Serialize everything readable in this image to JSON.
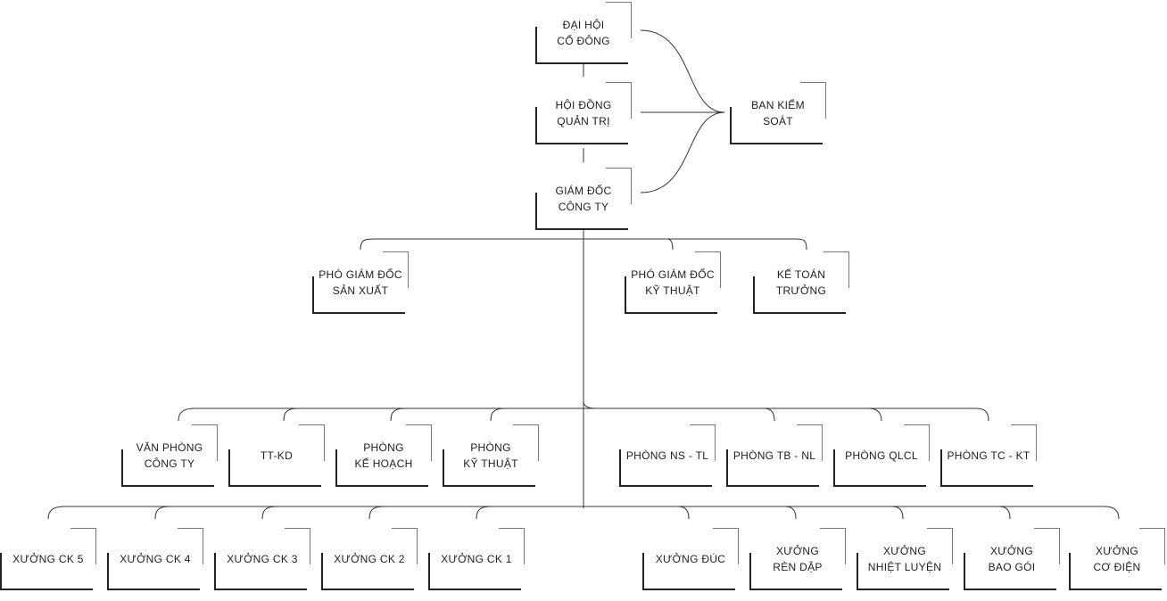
{
  "nodes": {
    "dai_hoi": "ĐẠI HỘI\nCỔ ĐÔNG",
    "hoi_dong": "HỘI ĐỒNG\nQUẢN TRỊ",
    "giam_doc": "GIÁM ĐỐC\nCÔNG TY",
    "ban_kiem_soat": "BAN KIỂM SOÁT",
    "pgd_san_xuat": "PHÓ GIÁM ĐỐC\nSẢN XUẤT",
    "pgd_ky_thuat": "PHÓ GIÁM ĐỐC\nKỸ THUẬT",
    "ke_toan_truong": "KẾ TOÁN\nTRƯỞNG",
    "van_phong": "VĂN PHÒNG\nCÔNG TY",
    "tt_kd": "TT-KD",
    "phong_ke_hoach": "PHÒNG\nKẾ HOẠCH",
    "phong_ky_thuat": "PHÒNG\nKỸ THUẬT",
    "phong_ns_tl": "PHÒNG NS - TL",
    "phong_tb_nl": "PHÒNG TB - NL",
    "phong_qlcl": "PHÒNG QLCL",
    "phong_tc_kt": "PHÒNG TC - KT",
    "xuong_ck5": "XƯỞNG CK 5",
    "xuong_ck4": "XƯỞNG CK 4",
    "xuong_ck3": "XƯỞNG CK 3",
    "xuong_ck2": "XƯỞNG CK 2",
    "xuong_ck1": "XƯỞNG CK 1",
    "xuong_duc": "XƯỞNG ĐÚC",
    "xuong_ren_dap": "XƯỞNG\nRÈN DẬP",
    "xuong_nhiet_luyen": "XƯỞNG\nNHIỆT LUYỆN",
    "xuong_bao_goi": "XƯỞNG\nBAO GÓI",
    "xuong_co_dien": "XƯỞNG\nCƠ ĐIỆN"
  }
}
